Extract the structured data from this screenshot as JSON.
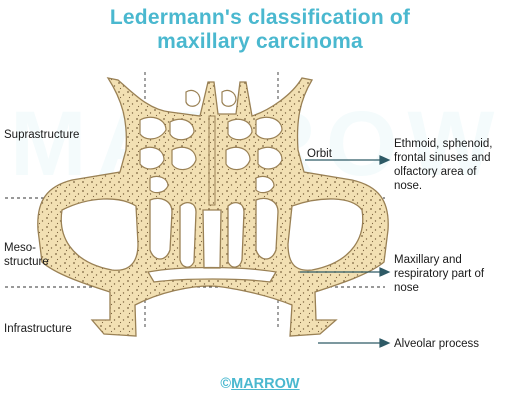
{
  "title": {
    "line1": "Ledermann's classification of",
    "line2": "maxillary carcinoma"
  },
  "watermark": "MARROW",
  "left_labels": {
    "suprastructure": "Suprastructure",
    "mesostructure_line1": "Meso-",
    "mesostructure_line2": "structure",
    "infrastructure": "Infrastructure"
  },
  "right_labels": {
    "orbit": "Orbit",
    "ethmoid": [
      "Ethmoid, sphenoid,",
      "frontal sinuses and",
      "olfactory area of",
      "nose."
    ],
    "maxillary": [
      "Maxillary and",
      "respiratory part of",
      "nose"
    ],
    "alveolar": "Alveolar process"
  },
  "copyright": {
    "symbol": "©",
    "brand": "MARROW"
  },
  "colors": {
    "title": "#4ab8cf",
    "bone_fill": "#f2e0b3",
    "bone_stroke": "#9a8155",
    "arrow": "#2e5a66"
  }
}
